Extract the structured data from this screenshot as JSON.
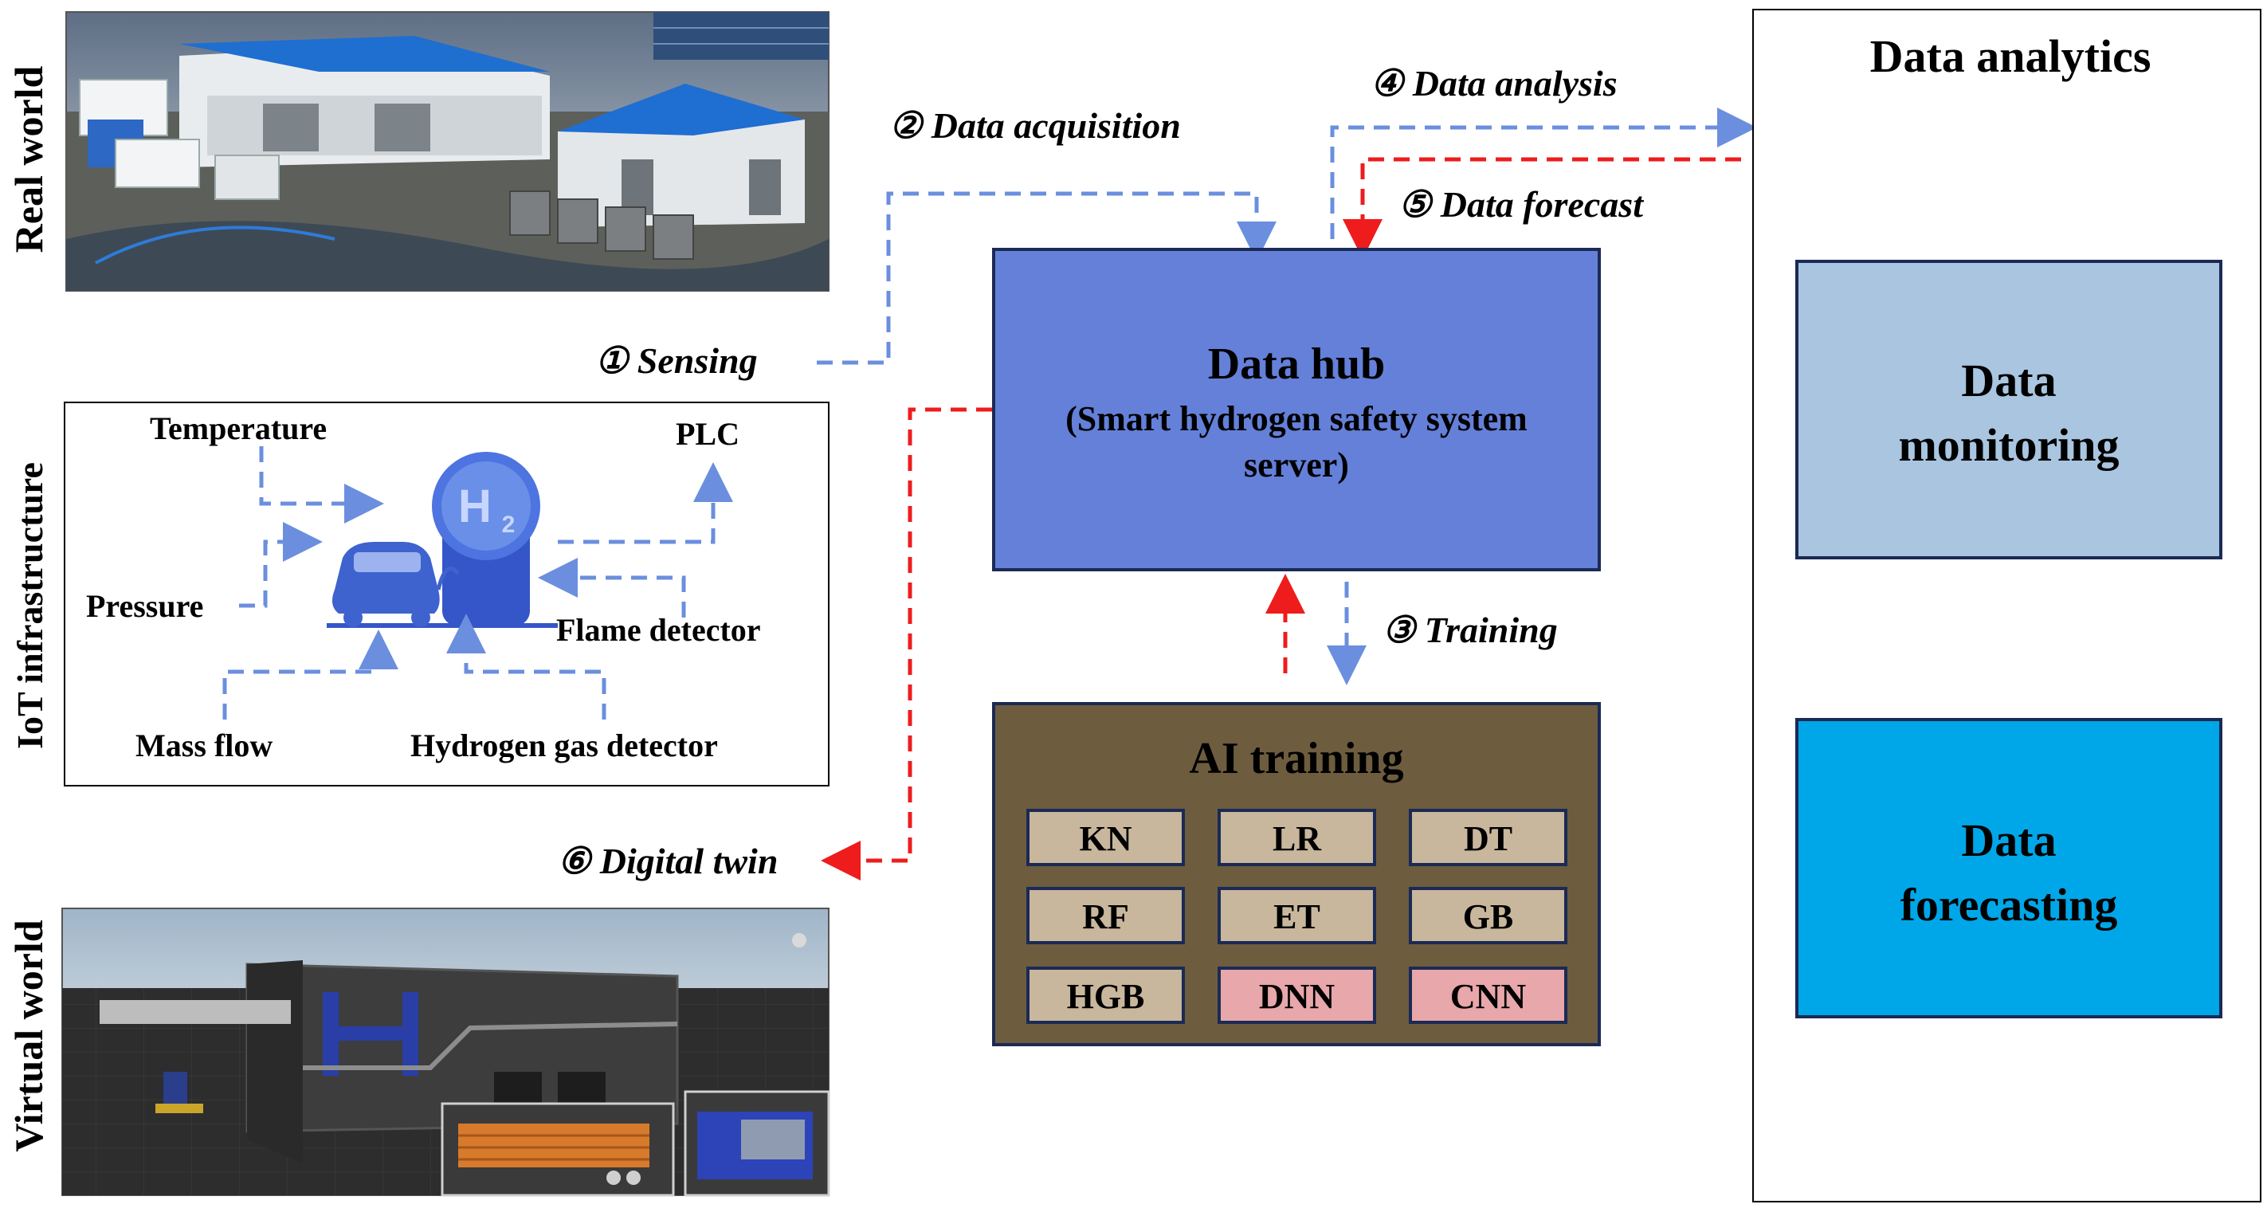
{
  "sides": {
    "real_world": "Real world",
    "iot_infrastructure": "IoT infrastructure",
    "virtual_world": "Virtual world"
  },
  "flows": {
    "sensing": "① Sensing",
    "data_acquisition": "② Data acquisition",
    "training": "③ Training",
    "data_analysis": "④ Data analysis",
    "data_forecast": "⑤ Data forecast",
    "digital_twin": "⑥ Digital twin"
  },
  "iot": {
    "temperature": "Temperature",
    "plc": "PLC",
    "pressure": "Pressure",
    "flame_detector": "Flame detector",
    "mass_flow": "Mass flow",
    "hydrogen_gas_detector": "Hydrogen gas detector",
    "h2_symbol": "H",
    "h2_subscript": "2"
  },
  "data_hub": {
    "title": "Data hub",
    "subtitle_line1": "(Smart hydrogen safety system",
    "subtitle_line2": "server)"
  },
  "ai_training": {
    "title": "AI training",
    "models": [
      "KN",
      "LR",
      "DT",
      "RF",
      "ET",
      "GB",
      "HGB",
      "DNN",
      "CNN"
    ]
  },
  "analytics": {
    "title": "Data analytics",
    "monitoring_line1": "Data",
    "monitoring_line2": "monitoring",
    "forecasting_line1": "Data",
    "forecasting_line2": "forecasting"
  },
  "colors": {
    "data_hub": "#6480d9",
    "ai_training": "#6d5c3e",
    "model_tan": "#c8b79d",
    "model_pink": "#e8a7aa",
    "monitoring": "#a9c5e0",
    "forecasting": "#00a7e8",
    "flow_blue": "#6b8fde",
    "flow_red": "#ee1c1c"
  }
}
